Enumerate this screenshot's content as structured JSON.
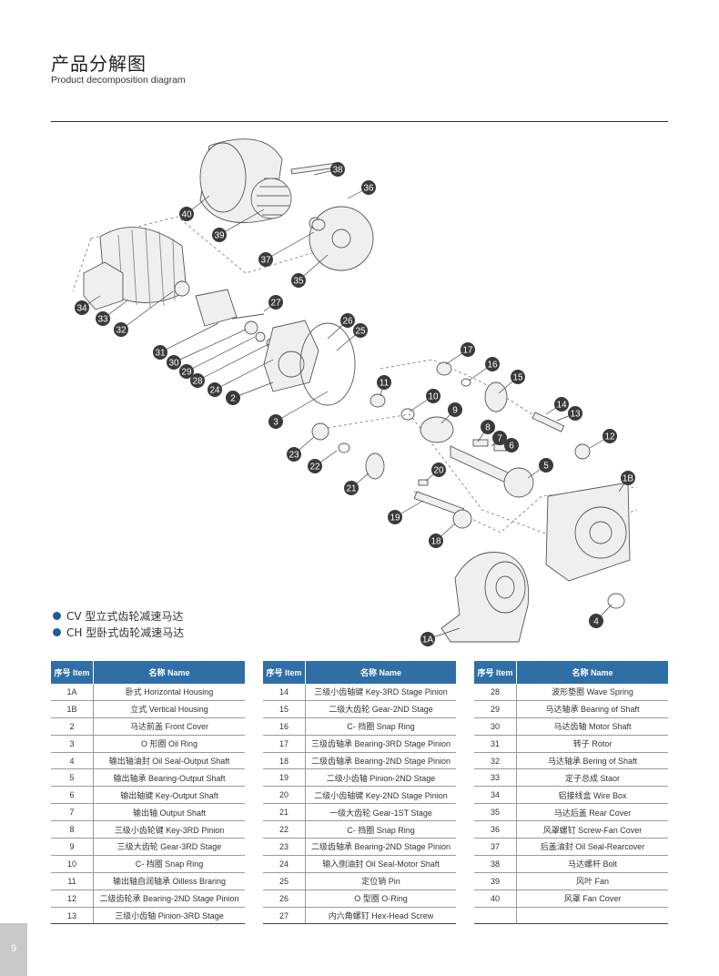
{
  "header": {
    "title": "产品分解图",
    "subtitle": "Product decomposition diagram"
  },
  "callouts": [
    "38",
    "36",
    "40",
    "39",
    "37",
    "35",
    "34",
    "33",
    "32",
    "27",
    "26",
    "25",
    "31",
    "30",
    "29",
    "28",
    "24",
    "2",
    "3",
    "17",
    "16",
    "15",
    "11",
    "10",
    "9",
    "14",
    "13",
    "8",
    "7",
    "6",
    "12",
    "5",
    "23",
    "22",
    "21",
    "20",
    "19",
    "18",
    "1B",
    "4",
    "1A"
  ],
  "legend": [
    {
      "text": "CV 型立式齿轮减速马达"
    },
    {
      "text": "CH 型卧式齿轮减速马达"
    }
  ],
  "tables": [
    {
      "headers": [
        "序号 Item",
        "名称 Name"
      ],
      "rows": [
        [
          "1A",
          "卧式 Horizontal Housing"
        ],
        [
          "1B",
          "立式 Vertical Housing"
        ],
        [
          "2",
          "马达前盖 Front Cover"
        ],
        [
          "3",
          "O 形圈 Oil Ring"
        ],
        [
          "4",
          "输出轴油封 Oil Seal-Output Shaft"
        ],
        [
          "5",
          "输出轴承 Bearing-Output Shaft"
        ],
        [
          "6",
          "输出轴键 Key-Output Shaft"
        ],
        [
          "7",
          "输出轴 Output Shaft"
        ],
        [
          "8",
          "三级小齿轮键 Key-3RD Pinion"
        ],
        [
          "9",
          "三级大齿轮 Gear-3RD Stage"
        ],
        [
          "10",
          "C- 挡圈 Snap Ring"
        ],
        [
          "11",
          "输出轴自润轴承 Oilless Braring"
        ],
        [
          "12",
          "二级齿轮承 Bearing-2ND Stage Pinion"
        ],
        [
          "13",
          "三级小齿轴 Pinion-3RD Stage"
        ]
      ]
    },
    {
      "headers": [
        "序号 Item",
        "名称 Name"
      ],
      "rows": [
        [
          "14",
          "三级小齿轴键 Key-3RD Stage Pinion"
        ],
        [
          "15",
          "二级大齿轮 Gear-2ND Stage"
        ],
        [
          "16",
          "C- 挡圈 Snap Ring"
        ],
        [
          "17",
          "三级齿轴承 Bearing-3RD Stage Pinion"
        ],
        [
          "18",
          "二级齿轴承 Bearing-2ND Stage Pinion"
        ],
        [
          "19",
          "二级小齿轴 Pinion-2ND Stage"
        ],
        [
          "20",
          "二级小齿轴键 Key-2ND Stage Pinion"
        ],
        [
          "21",
          "一级大齿轮 Gear-1ST Stage"
        ],
        [
          "22",
          "C- 挡圈 Snap Ring"
        ],
        [
          "23",
          "二级齿轴承 Bearing-2ND Stage Pinion"
        ],
        [
          "24",
          "输入侧油封 Oil Seal-Motor Shaft"
        ],
        [
          "25",
          "定位销 Pin"
        ],
        [
          "26",
          "O 型圈 O-Ring"
        ],
        [
          "27",
          "内六角螺钉 Hex-Head Screw"
        ]
      ]
    },
    {
      "headers": [
        "序号 Item",
        "名称 Name"
      ],
      "rows": [
        [
          "28",
          "波形垫圈 Wave Spring"
        ],
        [
          "29",
          "马达轴承 Bearing of Shaft"
        ],
        [
          "30",
          "马达齿轴 Motor Shaft"
        ],
        [
          "31",
          "转子 Rotor"
        ],
        [
          "32",
          "马达轴承 Bering of Shaft"
        ],
        [
          "33",
          "定子总成 Staor"
        ],
        [
          "34",
          "铝接线盒 Wire Box"
        ],
        [
          "35",
          "马达后盖 Rear Cover"
        ],
        [
          "36",
          "风罩螺钉 Screw-Fan Cover"
        ],
        [
          "37",
          "后盖油封 Oil Seal-Rearcover"
        ],
        [
          "38",
          "马达螺杆 Bolt"
        ],
        [
          "39",
          "风叶 Fan"
        ],
        [
          "40",
          "风罩 Fan Cover"
        ],
        [
          "",
          ""
        ]
      ]
    }
  ],
  "page": {
    "number": "9"
  },
  "colors": {
    "accent": "#2f6fa5",
    "callout": "#3a3a3a",
    "legend_dot": "#1d5d8f"
  }
}
